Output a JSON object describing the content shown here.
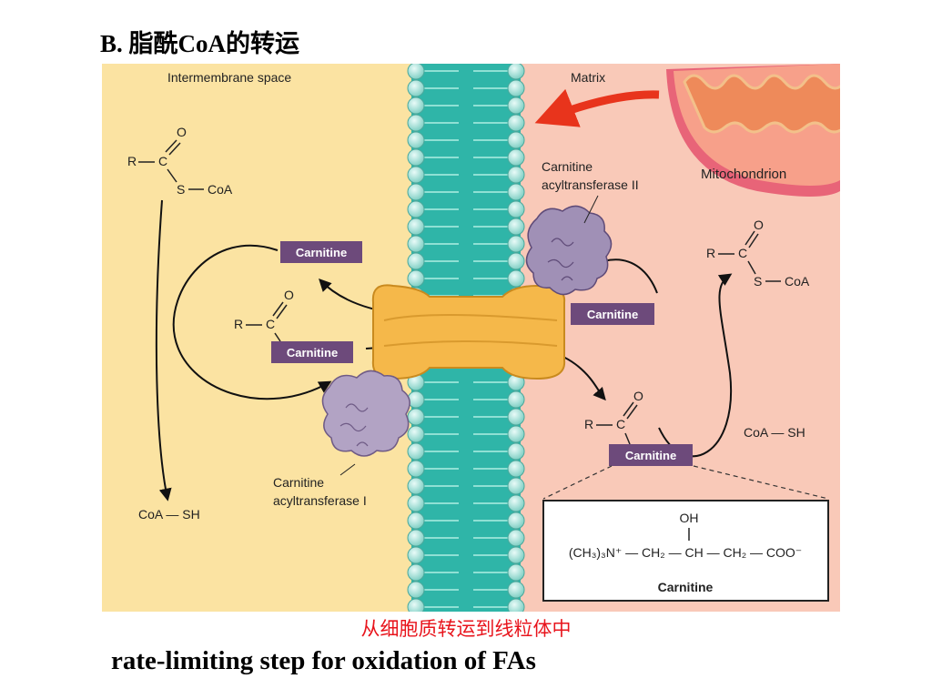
{
  "slide": {
    "title": "B. 脂酰CoA的转运",
    "caption_cn": "从细胞质转运到线粒体中",
    "caption_en": "rate-limiting step for oxidation of FAs"
  },
  "diagram": {
    "intermembrane_label": "Intermembrane space",
    "matrix_label": "Matrix",
    "mitochondrion_label": "Mitochondrion",
    "enzyme_1": [
      "Carnitine",
      "acyltransferase I"
    ],
    "enzyme_2": [
      "Carnitine",
      "acyltransferase II"
    ],
    "carnitine_tag": "Carnitine",
    "acyl_coa": {
      "r": "R",
      "c": "C",
      "o": "O",
      "s": "S",
      "coa": "CoA"
    },
    "coa_sh": "CoA — SH",
    "structure": {
      "oh": "OH",
      "formula": "(CH₃)₃N⁺ — CH₂ — CH — CH₂ — COO⁻",
      "name": "Carnitine"
    }
  },
  "colors": {
    "intermembrane_bg": "#fbe3a2",
    "matrix_bg": "#f9c9b8",
    "membrane": "#2fb5a8",
    "carnitine_tag": "#6d4a7b",
    "transporter": "#f5b84a",
    "enzyme": "#a796ba",
    "arrow_red": "#e8341c"
  }
}
